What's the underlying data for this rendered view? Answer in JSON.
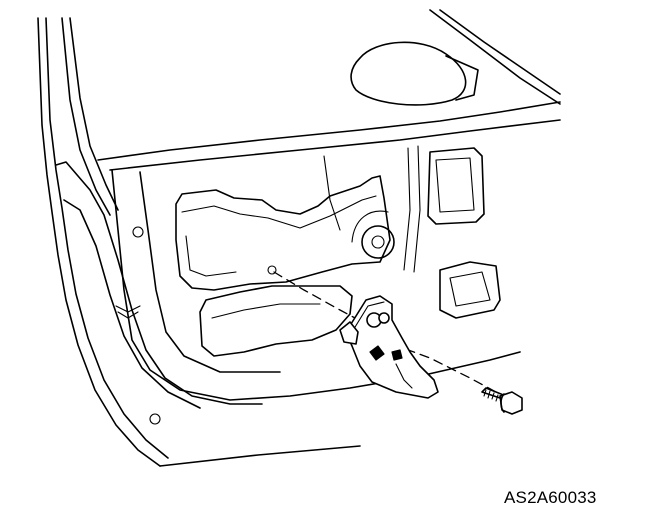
{
  "figure": {
    "code": "AS2A60033"
  },
  "icons": {
    "door-panel": "door-inner-panel-outline",
    "mirror": "side-mirror-outline",
    "bracket": "door-check-bracket",
    "bolt": "flange-bolt"
  },
  "colors": {
    "line": "#000000",
    "background": "#ffffff"
  }
}
